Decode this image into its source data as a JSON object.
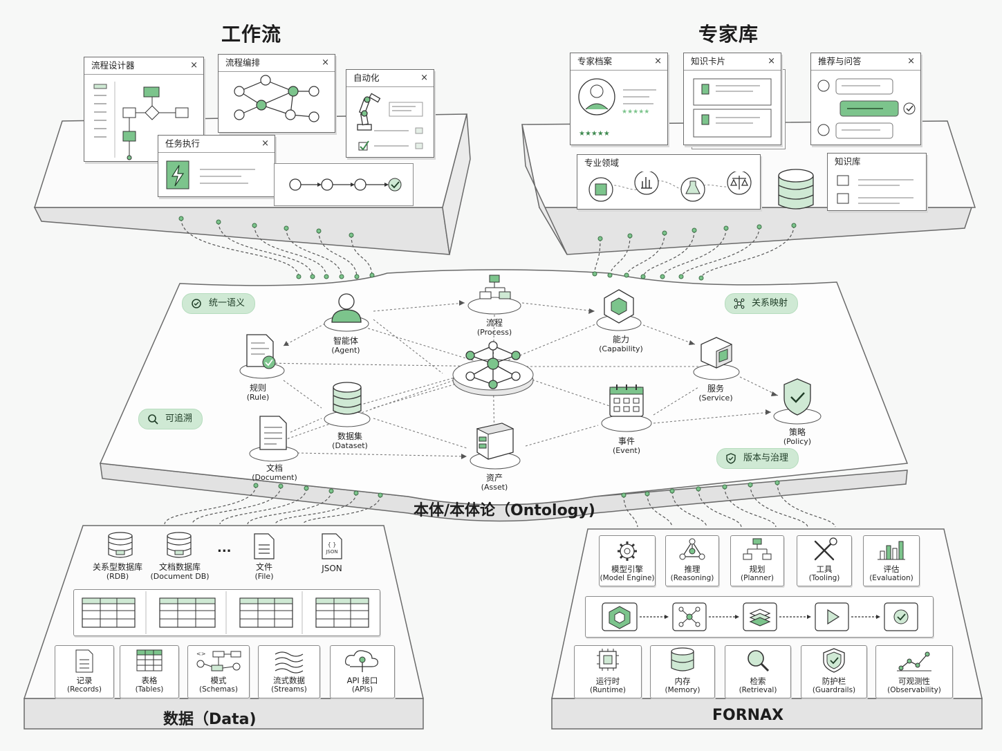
{
  "workflow": {
    "title": "工作流",
    "windows": {
      "designer": "流程设计器",
      "orchestration": "流程编排",
      "automation": "自动化",
      "execution": "任务执行"
    }
  },
  "experts": {
    "title": "专家库",
    "windows": {
      "profile": "专家档案",
      "cards": "知识卡片",
      "qa": "推荐与问答",
      "domains": "专业领域",
      "kb": "知识库"
    }
  },
  "window_close": "×",
  "ontology": {
    "title": "本体/本体论（Ontology)",
    "pills": {
      "semantics": "统一语义",
      "mapping": "关系映射",
      "trace": "可追溯",
      "governance": "版本与治理"
    },
    "nodes": {
      "agent": {
        "zh": "智能体",
        "en": "(Agent)"
      },
      "process": {
        "zh": "流程",
        "en": "(Process)"
      },
      "capability": {
        "zh": "能力",
        "en": "(Capability)"
      },
      "rule": {
        "zh": "规则",
        "en": "(Rule)"
      },
      "service": {
        "zh": "服务",
        "en": "(Service)"
      },
      "dataset": {
        "zh": "数据集",
        "en": "(Dataset)"
      },
      "event": {
        "zh": "事件",
        "en": "(Event)"
      },
      "policy": {
        "zh": "策略",
        "en": "(Policy)"
      },
      "document": {
        "zh": "文档",
        "en": "(Document)"
      },
      "asset": {
        "zh": "资产",
        "en": "(Asset)"
      }
    }
  },
  "data": {
    "title": "数据（Data)",
    "sources": {
      "rdb": {
        "zh": "关系型数据库",
        "en": "(RDB)"
      },
      "docdb": {
        "zh": "文档数据库",
        "en": "(Document DB)"
      },
      "ellipsis": "...",
      "file": {
        "zh": "文件",
        "en": "(File)"
      },
      "json": {
        "zh": "JSON",
        "icon": "JSON"
      }
    },
    "types": {
      "records": {
        "zh": "记录",
        "en": "(Records)"
      },
      "tables": {
        "zh": "表格",
        "en": "(Tables)"
      },
      "schemas": {
        "zh": "模式",
        "en": "(Schemas)"
      },
      "streams": {
        "zh": "流式数据",
        "en": "(Streams)"
      },
      "apis": {
        "zh": "API 接口",
        "en": "(APIs)"
      }
    }
  },
  "fornax": {
    "title": "FORNAX",
    "top": {
      "engine": {
        "zh": "模型引擎",
        "en": "(Model Engine)"
      },
      "reasoning": {
        "zh": "推理",
        "en": "(Reasoning)"
      },
      "planner": {
        "zh": "规划",
        "en": "(Planner)"
      },
      "tooling": {
        "zh": "工具",
        "en": "(Tooling)"
      },
      "evaluation": {
        "zh": "评估",
        "en": "(Evaluation)"
      }
    },
    "bottom": {
      "runtime": {
        "zh": "运行时",
        "en": "(Runtime)"
      },
      "memory": {
        "zh": "内存",
        "en": "(Memory)"
      },
      "retrieval": {
        "zh": "检索",
        "en": "(Retrieval)"
      },
      "guardrails": {
        "zh": "防护栏",
        "en": "(Guardrails)"
      },
      "observability": {
        "zh": "可观测性",
        "en": "(Observability)"
      }
    }
  },
  "colors": {
    "accent": "#7cc48c",
    "accent_light": "#cfe9d4",
    "line": "#5a5a5a"
  }
}
